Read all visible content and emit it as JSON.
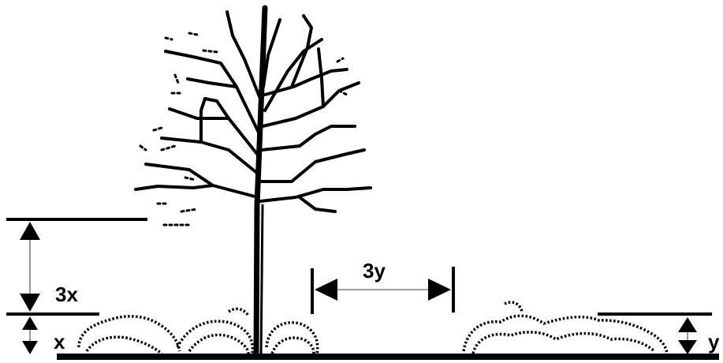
{
  "labels": {
    "upper_height": "3x",
    "lower_height": "x",
    "horizontal_spacing": "3y",
    "shrub_height": "y"
  },
  "colors": {
    "ink": "#000000",
    "guide": "#9a9a9a",
    "background": "#ffffff"
  }
}
